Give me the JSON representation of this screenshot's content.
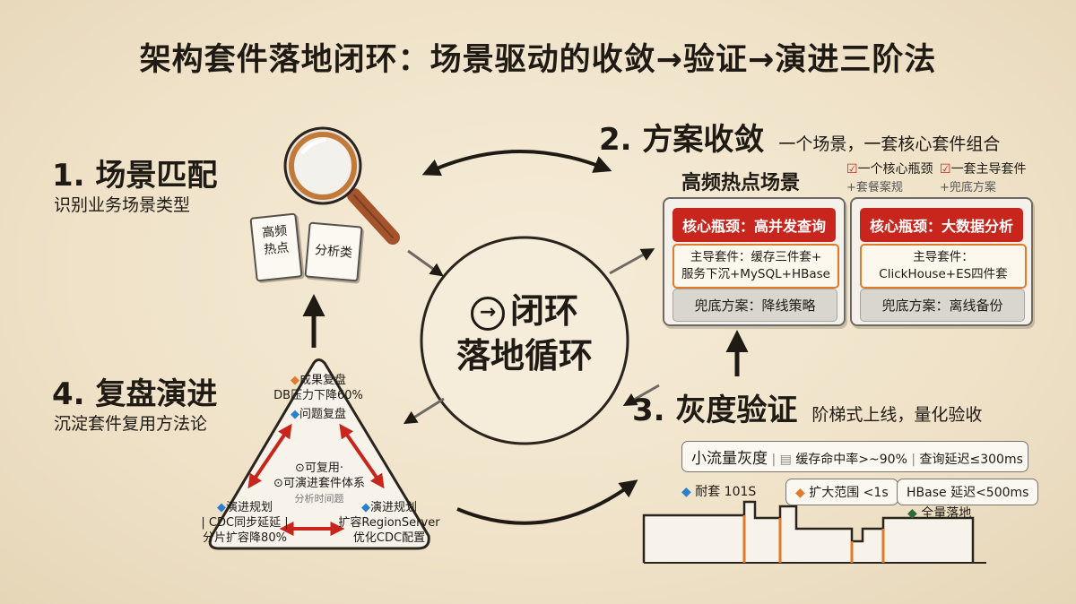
{
  "title": "架构套件落地闭环：场景驱动的收敛→验证→演进三阶法",
  "center": {
    "icon": "→",
    "line1": "闭环",
    "line2": "落地循环"
  },
  "stage1": {
    "title": "1. 场景匹配",
    "subtitle": "识别业务场景类型",
    "card1_line1": "高频",
    "card1_line2": "热点",
    "card2": "分析类"
  },
  "stage2": {
    "title": "2. 方案收敛",
    "subtitle": "一个场景，一套核心套件组合",
    "scene": "高频热点场景",
    "check1": "一个核心瓶颈",
    "check2": "一套主导套件",
    "blur1": "套餐案规",
    "blur2": "兜底方案",
    "left": {
      "bottleneck": "核心瓶颈：高并发查询",
      "lead_line1": "主导套件：缓存三件套+",
      "lead_line2": "服务下沉+MySQL+HBase",
      "fallback": "兜底方案：降线策略"
    },
    "right": {
      "bottleneck": "核心瓶颈：大数据分析",
      "lead_line1": "主导套件：",
      "lead_line2": "ClickHouse+ES四件套",
      "fallback": "兜底方案：离线备份"
    }
  },
  "stage3": {
    "title": "3. 灰度验证",
    "subtitle": "阶梯式上线，量化验收",
    "small_traffic": "小流量灰度",
    "metric1": "缓存命中率>~90%",
    "metric2": "查询延迟≤300ms",
    "step1": "耐套 101S",
    "step2": "扩大范围 <1s",
    "step2_metric": "HBase 延迟<500ms",
    "step3": "全量落地"
  },
  "stage4": {
    "title": "4. 复盘演进",
    "subtitle": "沉淀套件复用方法论",
    "top_label": "成果复盘",
    "top_value": "DB压力下降60%",
    "problem": "问题复盘",
    "reuse_line1": "可复用·",
    "reuse_line2": "可演进套件体系",
    "reuse_blur": "分析时间题",
    "left_label": "演进规划",
    "left_line1": "| CDC同步延延 |",
    "left_line2": "分片扩容降80%",
    "right_label": "演进规划",
    "right_line1": "扩容RegionServer",
    "right_line2": "优化CDC配置"
  }
}
